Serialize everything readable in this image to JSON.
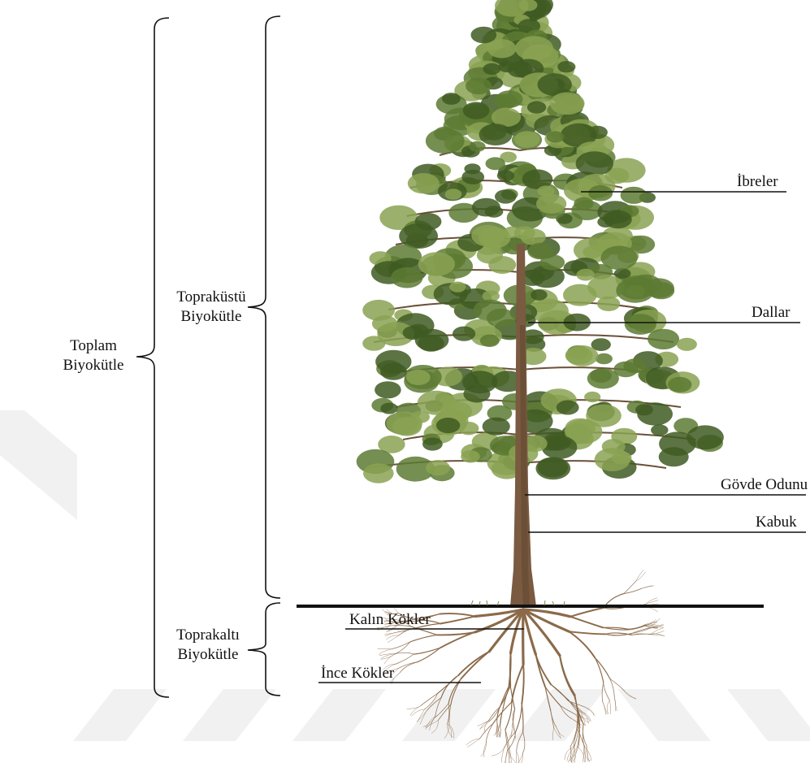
{
  "labels": {
    "total": [
      "Toplam",
      "Biyokütle"
    ],
    "above": [
      "Toprakü­stü",
      "Biyokütle"
    ],
    "below": [
      "Toprakaltı",
      "Biyokütle"
    ],
    "needles": "İbreler",
    "branches": "Dallar",
    "stem": "Gövde Odunu",
    "bark": "Kabuk",
    "coarse_roots": "Kalın Kökler",
    "fine_roots": "İnce Kökler"
  },
  "colors": {
    "foliage_dark": "#3f5a22",
    "foliage": "#5d7a32",
    "foliage_light": "#8aa252",
    "trunk": "#7a5a40",
    "roots": "#8b6a4a",
    "watermark": "#f1f1f1",
    "line": "#111111"
  }
}
